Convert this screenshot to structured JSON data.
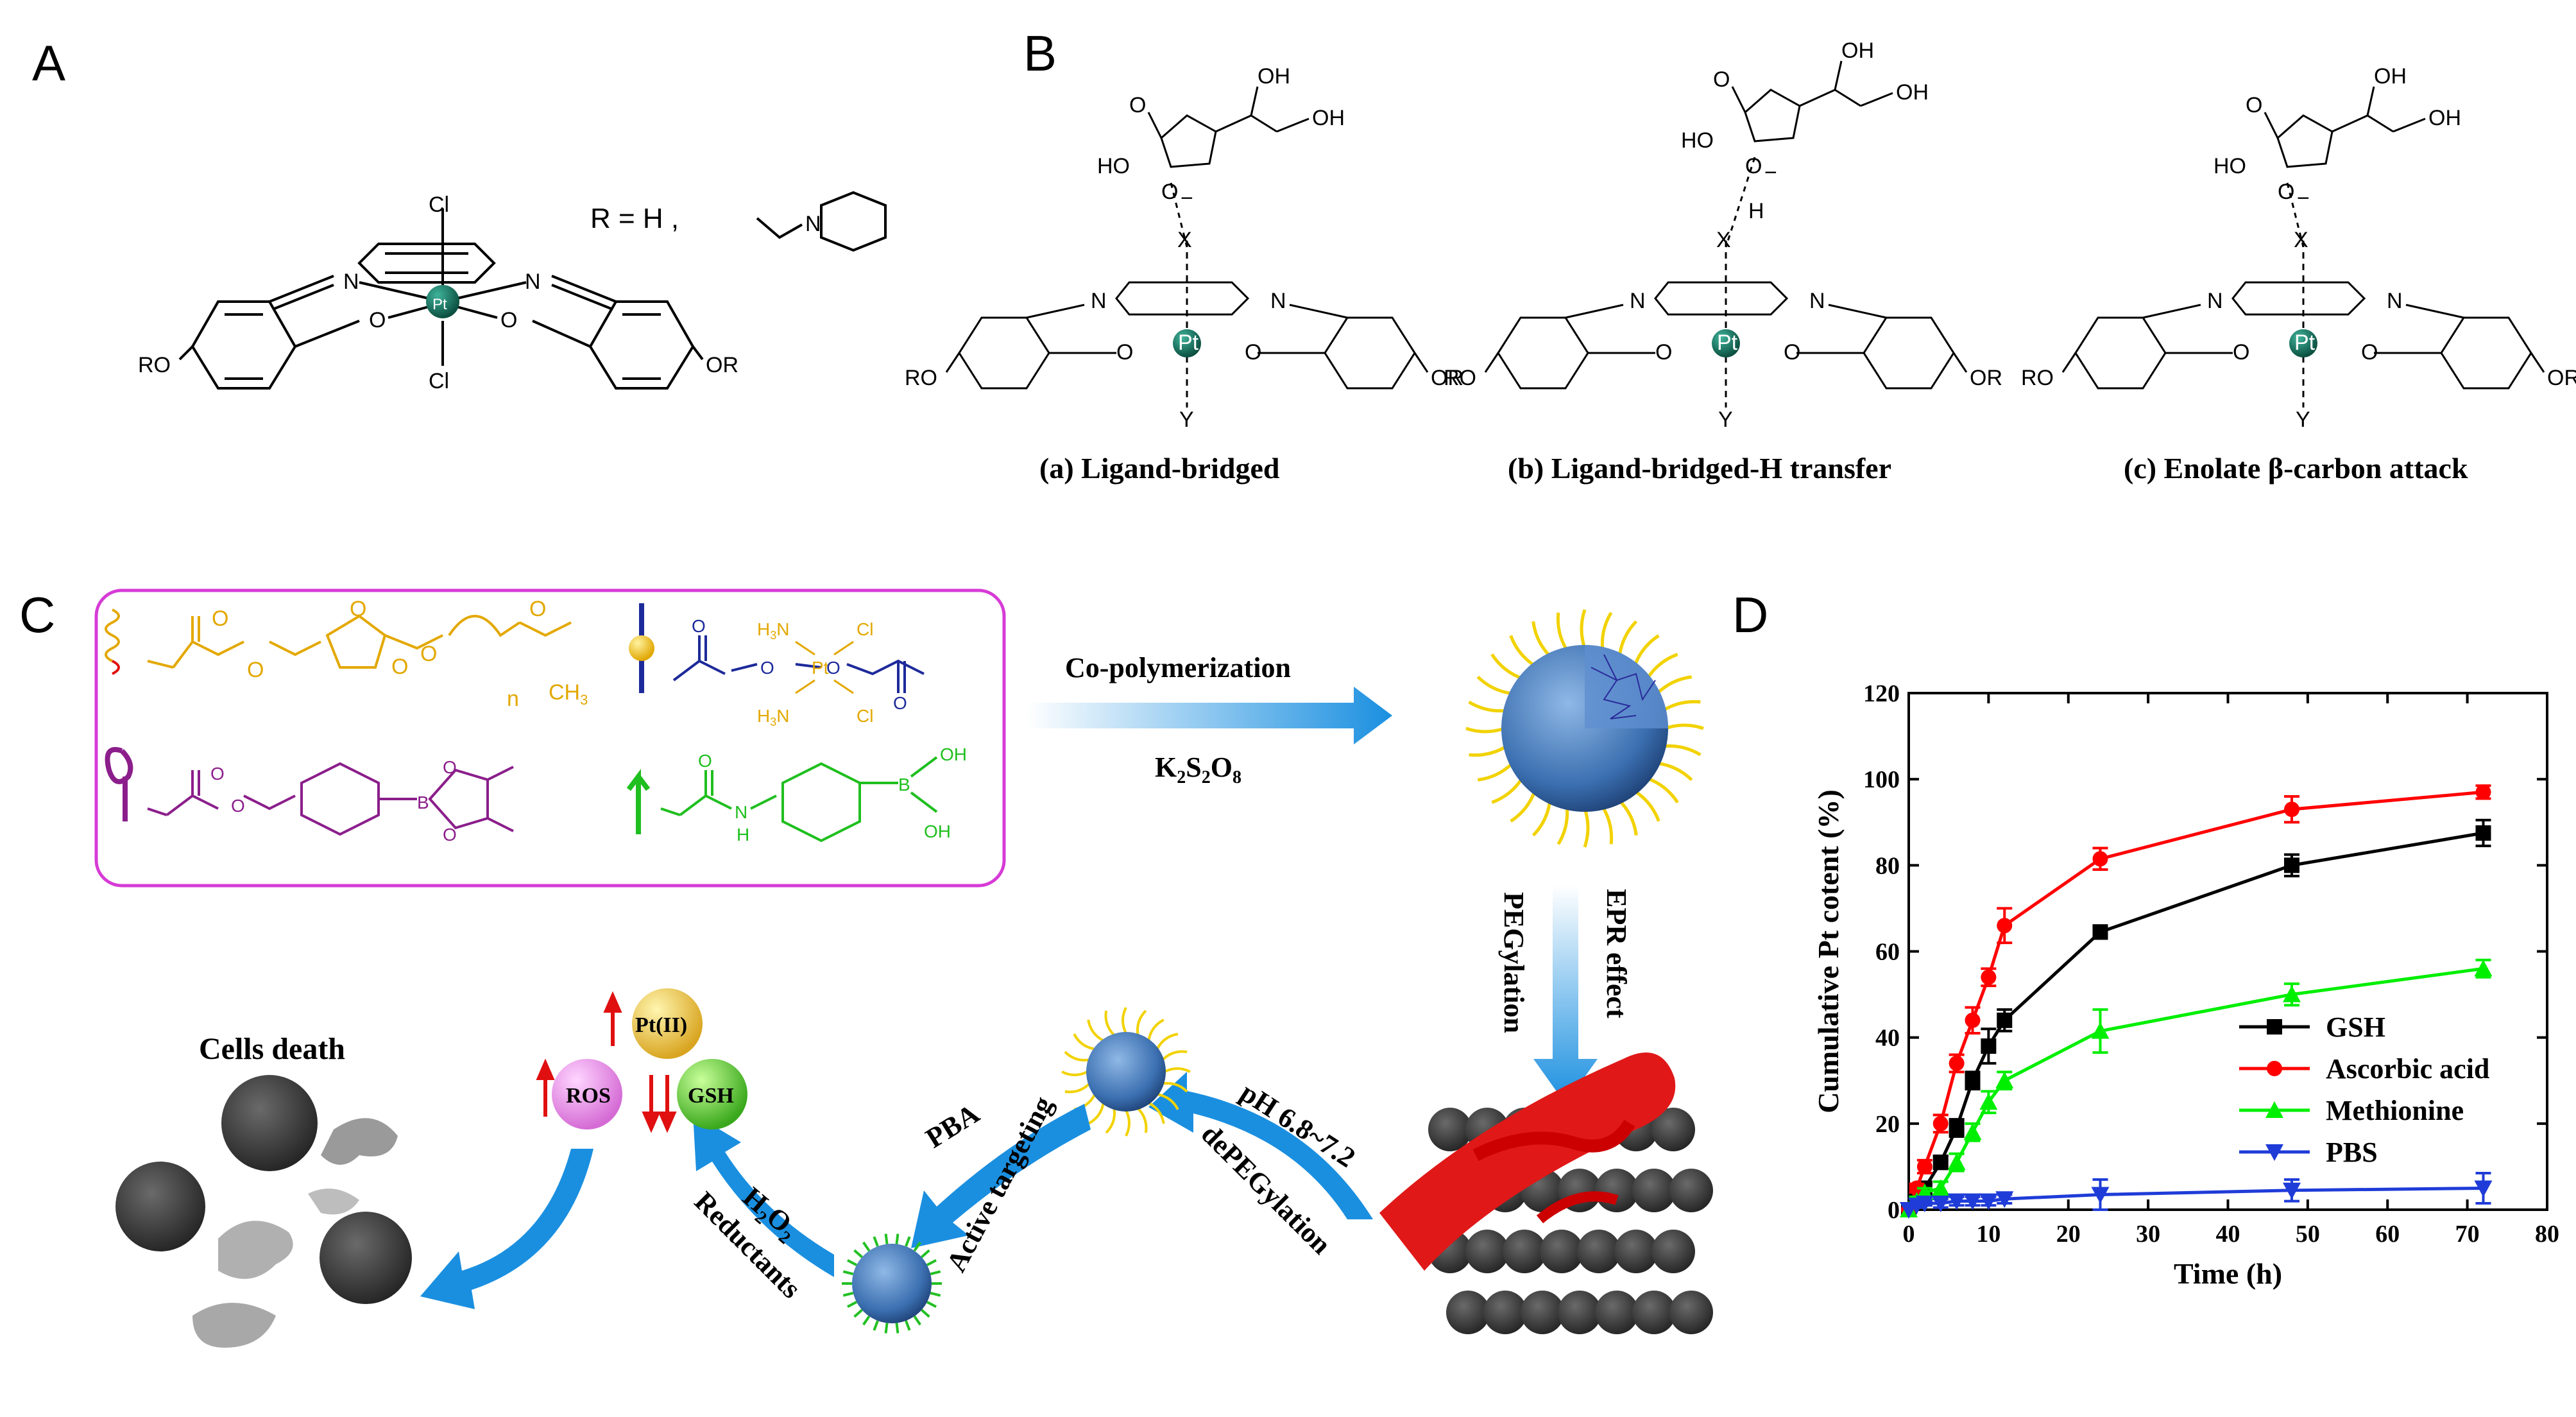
{
  "panels": {
    "a": "A",
    "b": "B",
    "c": "C",
    "d": "D"
  },
  "panel_a": {
    "r_def": "R = H ,",
    "axial_top": "Cl",
    "axial_bottom": "Cl",
    "metal": "Pt",
    "n_left": "N",
    "n_right": "N",
    "o_left": "O",
    "o_right": "O",
    "ro": "RO",
    "or": "OR",
    "piperidine_n": "N"
  },
  "panel_b": {
    "captions": [
      "(a) Ligand-bridged",
      "(b) Ligand-bridged-H transfer",
      "(c) Enolate β-carbon attack"
    ],
    "x": "X",
    "y": "Y",
    "ho": "HO",
    "oh": "OH",
    "o": "O",
    "o_minus": "O",
    "minus": "−",
    "h": "H",
    "pt": "Pt",
    "n": "N",
    "ro": "RO",
    "or": "OR"
  },
  "panel_c": {
    "copolymerization": "Co-polymerization",
    "initiator": "K",
    "initiator_sub1": "2",
    "initiator_s": "S",
    "initiator_sub2": "2",
    "initiator_o": "O",
    "initiator_sub3": "8",
    "pegylation": "PEGylation",
    "epr": "EPR effect",
    "ph": "pH 6.8~7.2",
    "depegylation": "dePEGylation",
    "pba": "PBA",
    "active_targeting": "Active targeting",
    "h2o2": "H",
    "h2o2_sub": "2",
    "h2o2_o": "O",
    "h2o2_sub2": "2",
    "reductants": "Reductants",
    "cells_death": "Cells death",
    "pt_ii": "Pt(II)",
    "ros": "ROS",
    "gsh": "GSH",
    "monomer1_n": "n",
    "monomer1_ch3": "CH",
    "monomer1_sub": "3",
    "monomer2_h3n": "H",
    "monomer2_h3n_sub": "3",
    "monomer2_n": "N",
    "monomer2_cl": "Cl",
    "monomer2_pt": "Pt",
    "monomer4_oh": "OH",
    "monomer4_b": "B",
    "monomer4_n": "N",
    "monomer4_h": "H",
    "monomer3_b": "B",
    "o": "O"
  },
  "chart_data": {
    "type": "line",
    "xlabel": "Time (h)",
    "ylabel": "Cumulative Pt cotent (%)",
    "xlim": [
      0,
      80
    ],
    "ylim": [
      0,
      120
    ],
    "xticks": [
      0,
      10,
      20,
      30,
      40,
      50,
      60,
      70,
      80
    ],
    "yticks": [
      0,
      20,
      40,
      60,
      80,
      100,
      120
    ],
    "legend_position": "center-right",
    "series": [
      {
        "name": "GSH",
        "color": "#000000",
        "marker": "square",
        "x": [
          0,
          1,
          2,
          4,
          6,
          8,
          10,
          12,
          24,
          48,
          72
        ],
        "y": [
          0,
          3,
          5,
          11,
          19,
          30,
          38,
          44,
          64.5,
          80,
          87.5
        ],
        "err": [
          0,
          1,
          1,
          1.5,
          2,
          2,
          4,
          2.5,
          1.5,
          2.5,
          3
        ]
      },
      {
        "name": "Ascorbic acid",
        "color": "#ff0000",
        "marker": "circle",
        "x": [
          0,
          1,
          2,
          4,
          6,
          8,
          10,
          12,
          24,
          48,
          72
        ],
        "y": [
          0,
          5,
          10,
          20,
          34,
          44,
          54,
          66,
          81.5,
          93,
          97
        ],
        "err": [
          0,
          1,
          1.5,
          2,
          2,
          3,
          2,
          4,
          2.5,
          3,
          1.5
        ]
      },
      {
        "name": "Methionine",
        "color": "#00ee00",
        "marker": "triangle-up",
        "x": [
          0,
          1,
          2,
          4,
          6,
          8,
          10,
          12,
          24,
          48,
          72
        ],
        "y": [
          0,
          2,
          4,
          5,
          11,
          18,
          25,
          30,
          41.5,
          50,
          56
        ],
        "err": [
          0,
          1,
          1,
          1.5,
          2,
          2,
          2.5,
          2,
          5,
          2.5,
          2
        ]
      },
      {
        "name": "PBS",
        "color": "#1f3cd8",
        "marker": "triangle-down",
        "x": [
          0,
          1,
          2,
          4,
          6,
          8,
          10,
          12,
          24,
          48,
          72
        ],
        "y": [
          0,
          1,
          1.5,
          1.5,
          2,
          2,
          2,
          2.5,
          3.5,
          4.5,
          5
        ],
        "err": [
          0,
          0.5,
          0.5,
          1,
          1,
          1,
          1,
          1,
          3.5,
          2.5,
          3.5
        ]
      }
    ]
  }
}
